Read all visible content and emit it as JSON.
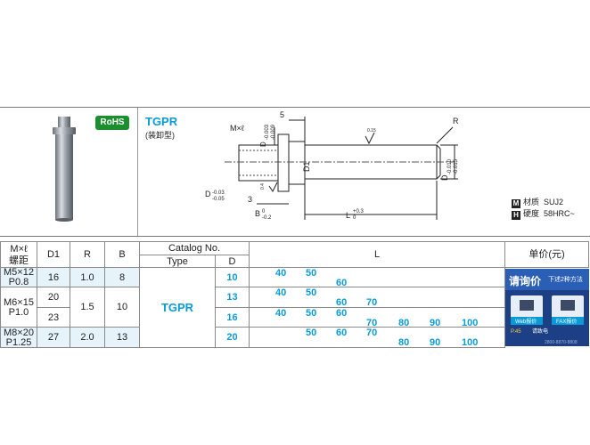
{
  "product": {
    "badge": "RoHS",
    "name": "TGPR",
    "subtitle": "(装卸型)"
  },
  "drawing": {
    "m_label": "M×ℓ",
    "dim_5": "5",
    "dim_R": "R",
    "tol_D_top": "D",
    "tol_D_top_sup": "-0.003",
    "tol_D_top_sub": "-0.009",
    "dim_D1": "D1",
    "roughness_1": "0.15",
    "roughness_2": "0.4",
    "tol_D_right": "D",
    "tol_D_right_sup": "-0.010",
    "tol_D_right_sub": "-0.015",
    "tol_D_left": "D",
    "tol_D_left_sup": "-0.03",
    "tol_D_left_sub": "-0.05",
    "dim_3": "3",
    "tol_B": "B",
    "tol_B_sup": "0",
    "tol_B_sub": "-0.2",
    "tol_L": "L",
    "tol_L_sup": "+0.3",
    "tol_L_sub": "0"
  },
  "specs": [
    {
      "tag": "M",
      "label": "材质",
      "value": "SUJ2"
    },
    {
      "tag": "H",
      "label": "硬度",
      "value": "58HRC~"
    }
  ],
  "table": {
    "headers": {
      "m": "M×ℓ",
      "pitch": "螺距",
      "d1": "D1",
      "r": "R",
      "b": "B",
      "catalog": "Catalog No.",
      "type": "Type",
      "d": "D",
      "l": "L",
      "price": "单价(元)"
    },
    "rows": [
      {
        "m": "M5×12",
        "p": "P0.8",
        "d1": "16",
        "r": "1.0",
        "b": "8"
      },
      {
        "m": "M6×15",
        "p": "P1.0",
        "d1a": "20",
        "d1b": "23",
        "r": "1.5",
        "b": "10"
      },
      {
        "m": "M8×20",
        "p": "P1.25",
        "d1": "27",
        "r": "2.0",
        "b": "13"
      }
    ],
    "type_name": "TGPR",
    "d_values": [
      "10",
      "13",
      "16",
      "20"
    ],
    "l_values": [
      "40",
      "50",
      "60",
      "70",
      "80",
      "90",
      "100"
    ]
  },
  "banner": {
    "title": "请询价",
    "tagline": "下述2种方法",
    "web": "Web报价",
    "fax": "FAX报价",
    "page_ref": "P.45",
    "tail": "请致电",
    "phone": "2800-8870-8808"
  },
  "colors": {
    "accent": "#0a9bd7",
    "rohs_green": "#1b8f2e",
    "row_blue": "#e6f3fb",
    "banner_navy": "#1d3f86"
  }
}
